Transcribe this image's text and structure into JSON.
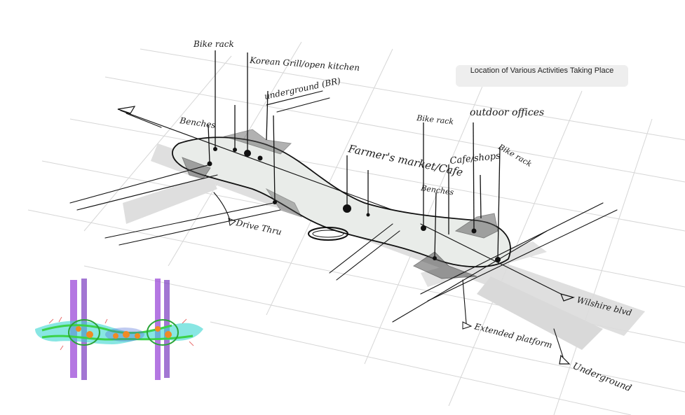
{
  "title": "Location of Various Activities Taking Place",
  "labels": {
    "bike_rack_1": "Bike rack",
    "korean_grill": "Korean Grill/open kitchen",
    "underground_br": "underground (BR)",
    "benches_1": "Benches",
    "drive_thru": "Drive Thru",
    "farmers_market": "Farmer's market/Cafe",
    "bike_rack_2": "Bike rack",
    "outdoor_offices": "outdoor offices",
    "cafe_shops": "Cafe/shops",
    "bike_rack_3": "Bike rack",
    "benches_2": "Benches",
    "wilshire_blvd": "Wilshire blvd",
    "extended_platform": "Extended platform",
    "underground": "Underground"
  },
  "colors": {
    "platform_fill": "#e9ece9",
    "ink": "#111111",
    "grid": "#d6d6d6",
    "title_box": "#eeeeee",
    "inset_green": "#3cd24a",
    "inset_cyan": "#38d6d0",
    "inset_purple": "#9b4ad8",
    "inset_orange": "#f08a24"
  }
}
